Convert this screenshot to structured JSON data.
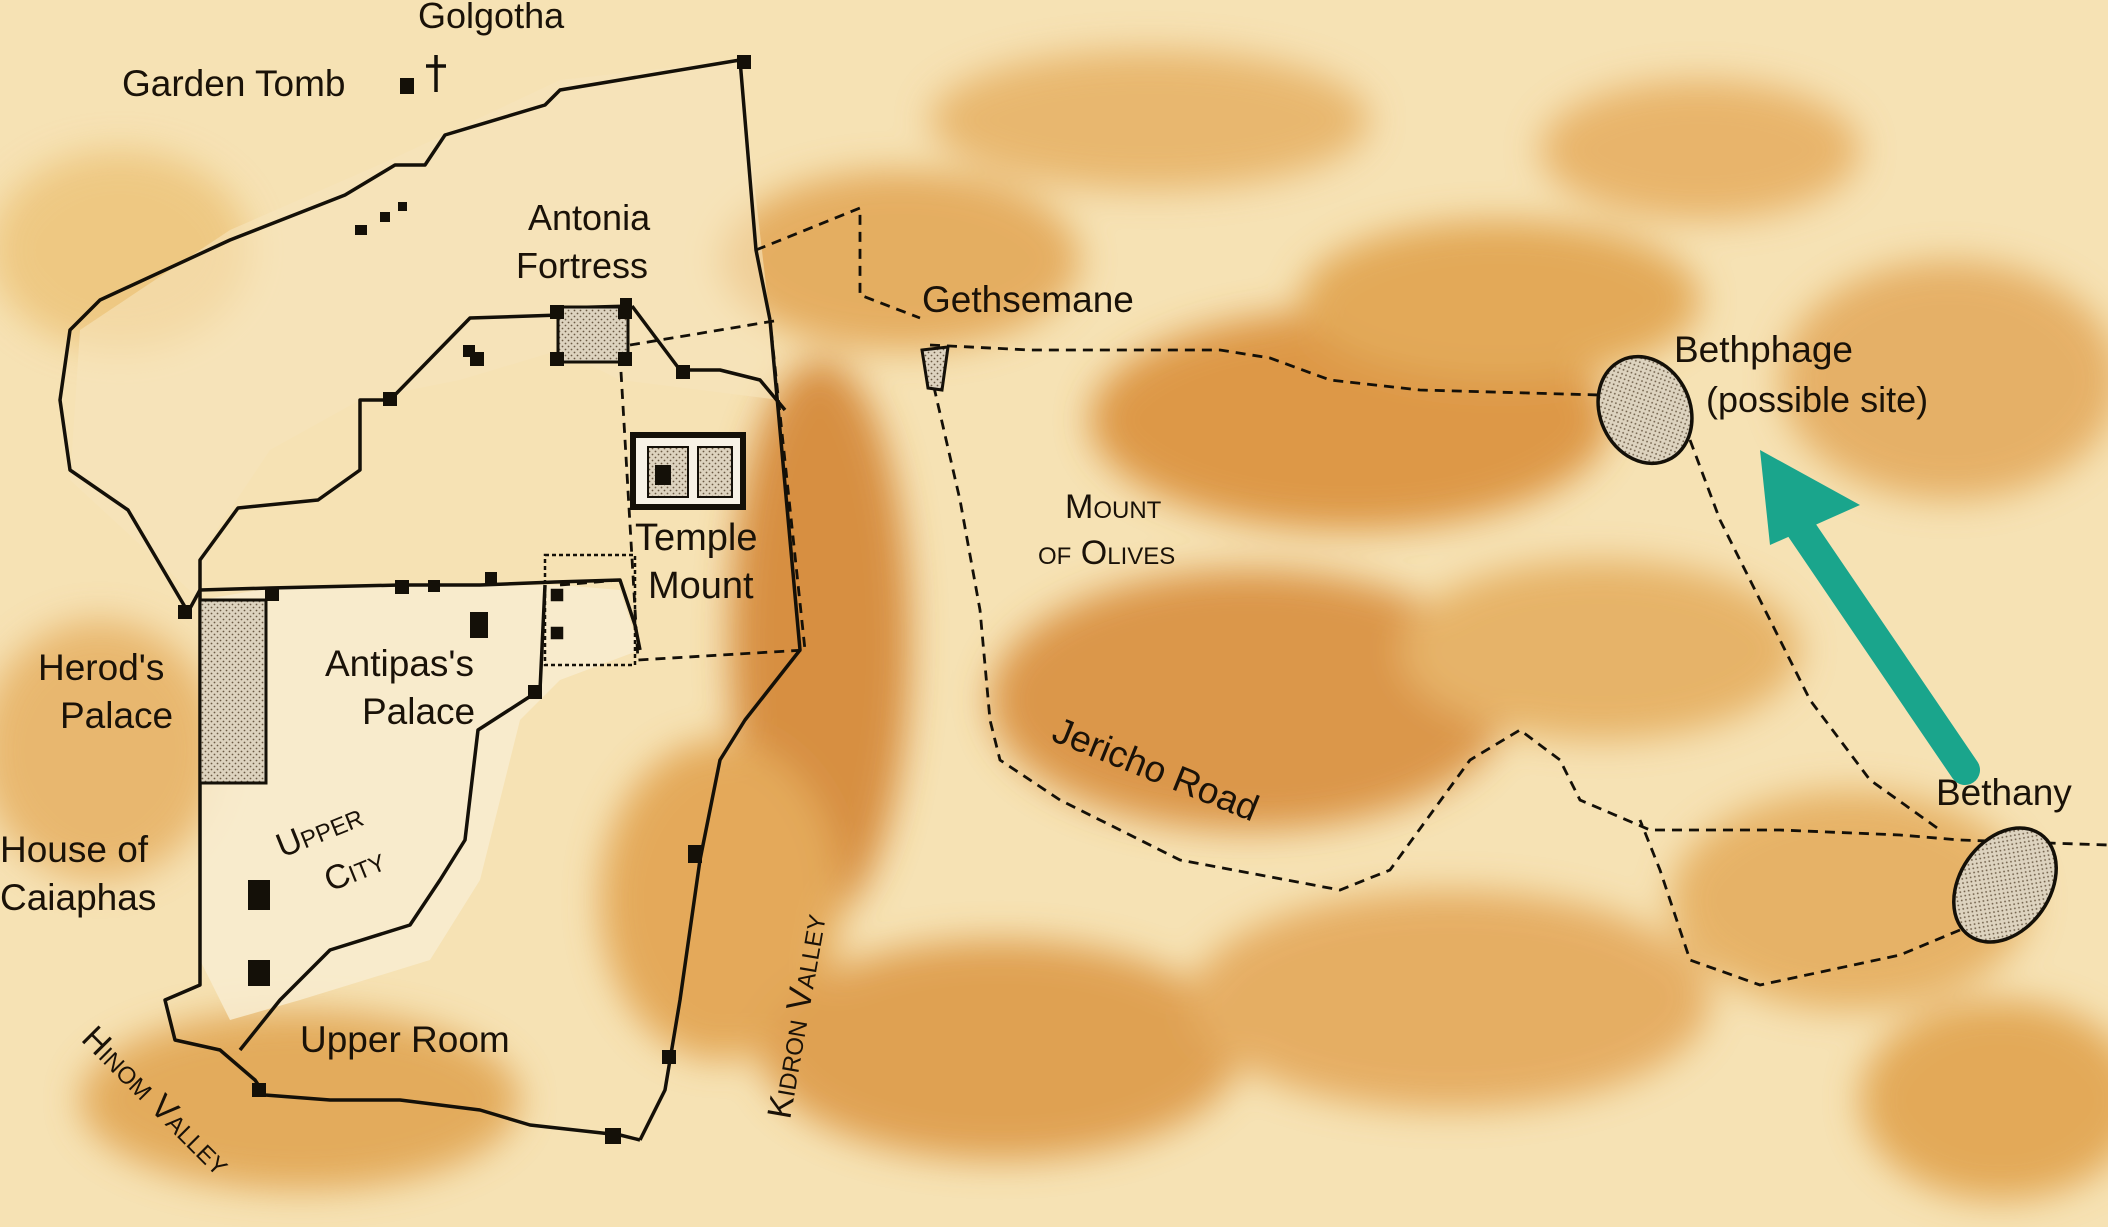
{
  "colors": {
    "terrain_light": "#f6e2b4",
    "terrain_mid": "#e3aa5a",
    "terrain_dark": "#c8792a",
    "ink": "#141008",
    "stipple_fill": "#d7cdb8",
    "arrow": "#1aa58c"
  },
  "labels": {
    "golgotha": "Golgotha",
    "garden_tomb": "Garden Tomb",
    "antonia_1": "Antonia",
    "antonia_2": "Fortress",
    "gethsemane": "Gethsemane",
    "bethphage_1": "Bethphage",
    "bethphage_2": "(possible site)",
    "mount_olives_1": "Mount",
    "mount_olives_2": "of Olives",
    "temple_1": "Temple",
    "temple_2": "Mount",
    "herod_1": "Herod's",
    "herod_2": "Palace",
    "antipas_1": "Antipas's",
    "antipas_2": "Palace",
    "upper_city_1": "Upper",
    "upper_city_2": "City",
    "caiaphas_1": "House of",
    "caiaphas_2": "Caiaphas",
    "upper_room": "Upper Room",
    "hinom": "Hinom Valley",
    "kidron": "Kidron Valley",
    "jericho": "Jericho Road",
    "bethany": "Bethany"
  },
  "icons": {
    "cross": "cross-icon",
    "arrow": "arrow-icon"
  }
}
